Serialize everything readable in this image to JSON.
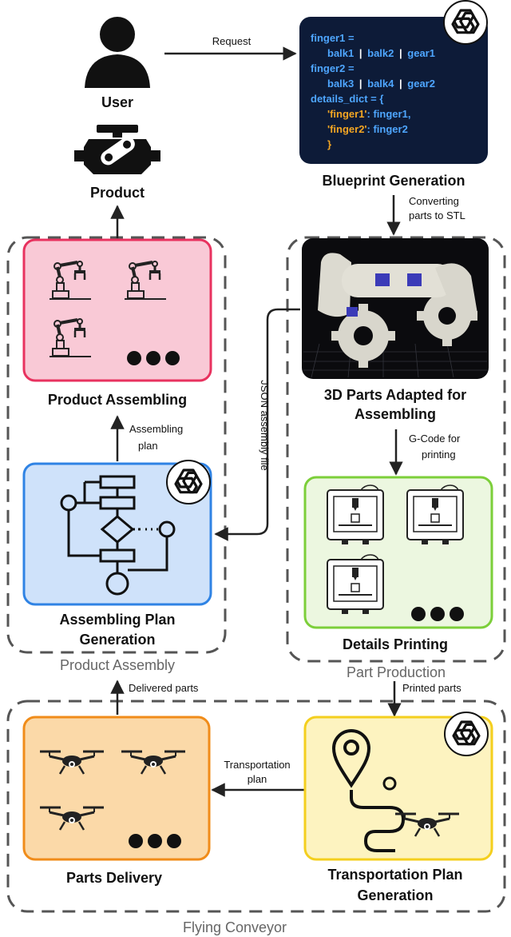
{
  "nodes": {
    "user": "User",
    "product": "Product",
    "blueprint": "Blueprint Generation",
    "product_assembling": "Product Assembling",
    "parts_3d_line1": "3D Parts Adapted for",
    "parts_3d_line2": "Assembling",
    "assembling_plan_line1": "Assembling Plan",
    "assembling_plan_line2": "Generation",
    "details_printing": "Details Printing",
    "parts_delivery": "Parts Delivery",
    "transport_plan_line1": "Transportation Plan",
    "transport_plan_line2": "Generation"
  },
  "groups": {
    "product_assembly": "Product Assembly",
    "part_production": "Part Production",
    "flying_conveyor": "Flying Conveyor"
  },
  "edges": {
    "request": "Request",
    "converting_line1": "Converting",
    "converting_line2": "parts to STL",
    "gcode_line1": "G-Code for",
    "gcode_line2": "printing",
    "json": "JSON assembly file",
    "assembling_plan_line1": "Assembling",
    "assembling_plan_line2": "plan",
    "delivered": "Delivered parts",
    "printed": "Printed parts",
    "transport_line1": "Transportation",
    "transport_line2": "plan"
  },
  "code": {
    "l1": "finger1 =",
    "l2a": "balk1",
    "l2b": "balk2",
    "l2c": "gear1",
    "sep": "|",
    "l3": "finger2 =",
    "l4a": "balk3",
    "l4b": "balk4",
    "l4c": "gear2",
    "l5": "details_dict = {",
    "l6k": "'finger1'",
    "l6v": ": finger1,",
    "l7k": "'finger2'",
    "l7v": ": finger2",
    "l8": "}"
  },
  "colors": {
    "pink_fill": "#f9c9d6",
    "pink_border": "#e8325f",
    "blue_fill": "#cfe2fa",
    "blue_border": "#2f83e4",
    "green_fill": "#ecf7e0",
    "green_border": "#7ccf3a",
    "orange_fill": "#fbd9a8",
    "orange_border": "#f08c1a",
    "yellow_fill": "#fdf3c0",
    "yellow_border": "#f4cf1e",
    "code_bg": "#0d1b38",
    "code_text": "#4ea6ff",
    "code_key": "#f3a623"
  },
  "icons": {
    "robot_arm": "robot-arm-icon",
    "printer": "3d-printer-icon",
    "drone": "drone-icon",
    "flowchart": "flowchart-icon",
    "openai": "openai-logo-icon",
    "user": "user-icon",
    "engine": "engine-icon",
    "map_pin": "map-pin-icon"
  }
}
